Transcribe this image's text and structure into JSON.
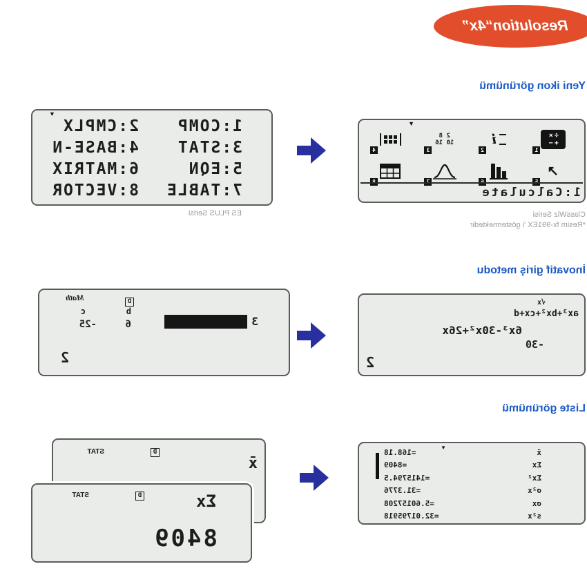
{
  "colors": {
    "accent_blue": "#1b5ac6",
    "arrow_navy": "#28309f",
    "badge_orange": "#e24e2b",
    "lcd_bg": "#e9ece8",
    "lcd_border": "#585d58",
    "lcd_ink": "#1d1d1d",
    "caption_gray": "#9b9b9b"
  },
  "badge": {
    "label": "Resolution“4x”"
  },
  "glyphs": {
    "down_triangle": "▼",
    "ne_arrow": "↗"
  },
  "sections": {
    "icon_view": {
      "title": "Yeni ikon görünümü",
      "classwiz": {
        "menu_label": "1:Calculate",
        "caption_line1": "ClassWiz Serisi",
        "caption_line2": "*Resim fx-991EX 'i göstermektedir",
        "icons": [
          {
            "num": "1",
            "glyph_top": "÷×",
            "glyph_bottom": "+−"
          },
          {
            "num": "2",
            "glyph": "i"
          },
          {
            "num": "3",
            "line1": "2 8",
            "line2": "10 16"
          },
          {
            "num": "4"
          },
          {
            "num": "5"
          },
          {
            "num": "6"
          },
          {
            "num": "7"
          },
          {
            "num": "8"
          }
        ]
      },
      "esplus": {
        "caption": "ES PLUS Serisi",
        "menu_rows": [
          [
            "1:COMP",
            "2:CMPLX"
          ],
          [
            "3:STAT",
            "4:BASE-N"
          ],
          [
            "5:EQN",
            "6:MATRIX"
          ],
          [
            "7:TABLE",
            "8:VECTOR"
          ]
        ]
      }
    },
    "input_method": {
      "title": "İnovatif giriş metodu",
      "classwiz": {
        "status": "√x",
        "formula": "ax³+bx²+cx+d",
        "entry_line1": "6x³-30x²+26x",
        "entry_line2": "-30",
        "result": "2"
      },
      "esplus": {
        "math_indicator": "Math",
        "deg_indicator": "D",
        "cursor_digit": "3",
        "label_b": "b",
        "value_b": "6",
        "label_c": "c",
        "value_c": "-25",
        "result": "2"
      }
    },
    "list_view": {
      "title": "Liste görünümü",
      "classwiz": {
        "rows": [
          {
            "label": "x̄",
            "value": "=168.18"
          },
          {
            "label": "Σx",
            "value": "=8409"
          },
          {
            "label": "Σx²",
            "value": "=1415794.5"
          },
          {
            "label": "σ²x",
            "value": "=31.3776"
          },
          {
            "label": "σx",
            "value": "=5.60157208"
          },
          {
            "label": "s²x",
            "value": "=32.01795918"
          }
        ]
      },
      "esplus": {
        "back": {
          "stat": "STAT",
          "deg": "D",
          "variable": "x̄"
        },
        "front": {
          "stat": "STAT",
          "deg": "D",
          "variable": "Σx",
          "value": "8409"
        }
      }
    }
  }
}
